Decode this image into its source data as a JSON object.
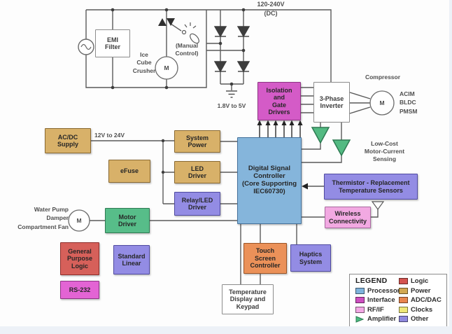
{
  "palette": {
    "processor": "#85B5DB",
    "interface": "#D45BC7",
    "interface_bright": "#E364D4",
    "rfif": "#F2A9E2",
    "amplifier": "#57BD89",
    "logic": "#D6605A",
    "power": "#D8B169",
    "adcdac": "#EB9159",
    "clocks": "#EFE878",
    "other": "#938CE4"
  },
  "blocks": {
    "emi_filter": {
      "label": "EMI\nFilter"
    },
    "acdc_supply": {
      "label": "AC/DC\nSupply"
    },
    "efuse": {
      "label": "eFuse"
    },
    "system_power": {
      "label": "System\nPower"
    },
    "led_driver": {
      "label": "LED\nDriver"
    },
    "relay_led_driver": {
      "label": "Relay/LED\nDriver"
    },
    "dsc": {
      "label": "Digital Signal\nController\n(Core Supporting\nIEC60730)"
    },
    "isolation_gate_drivers": {
      "label": "Isolation\nand\nGate\nDrivers"
    },
    "three_phase_inverter": {
      "label": "3-Phase\nInverter"
    },
    "thermistor": {
      "label": "Thermistor - Replacement\nTemperature Sensors"
    },
    "wireless": {
      "label": "Wireless\nConnectivity"
    },
    "motor_driver": {
      "label": "Motor\nDriver"
    },
    "gp_logic": {
      "label": "General\nPurpose\nLogic"
    },
    "standard_linear": {
      "label": "Standard\nLinear"
    },
    "rs232": {
      "label": "RS-232"
    },
    "touch_screen": {
      "label": "Touch\nScreen\nController"
    },
    "haptics": {
      "label": "Haptics\nSystem"
    },
    "temp_display": {
      "label": "Temperature\nDisplay and\nKeypad"
    }
  },
  "annotations": {
    "mains_voltage": "120-240V",
    "mains_dc": "(DC)",
    "logic_voltage": "1.8V to 5V",
    "rail_voltage": "12V to 24V",
    "manual_control": "(Manual\nControl)",
    "ice_cube_crusher": "Ice\nCube\nCrusher",
    "compressor": "Compressor",
    "compressor_motor_types": "ACIM\nBLDC\nPMSM",
    "current_sensing": "Low-Cost\nMotor-Current\nSensing",
    "water_pump": "Water Pump\nDamper\nCompartment Fan",
    "motor_symbol": "M"
  },
  "legend": {
    "title": "LEGEND",
    "items": [
      {
        "label": "Processor",
        "color": "#7FB3DC"
      },
      {
        "label": "Interface",
        "color": "#CE4FC1"
      },
      {
        "label": "RF/IF",
        "color": "#F2A8E5"
      },
      {
        "label": "Amplifier",
        "color": "#4CBB7F"
      },
      {
        "label": "Logic",
        "color": "#D45450"
      },
      {
        "label": "Power",
        "color": "#D2A852"
      },
      {
        "label": "ADC/DAC",
        "color": "#E8854E"
      },
      {
        "label": "Clocks",
        "color": "#EFE878"
      },
      {
        "label": "Other",
        "color": "#8F88DE"
      }
    ]
  }
}
